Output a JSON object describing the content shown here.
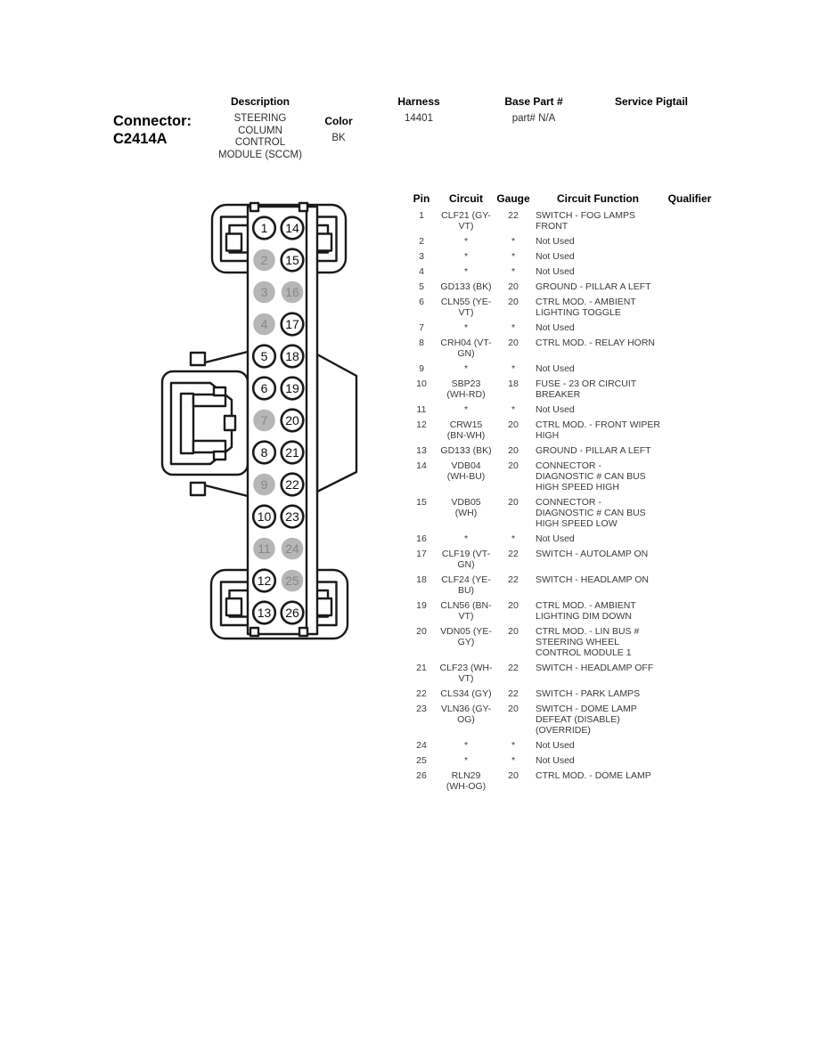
{
  "header": {
    "connector_label": "Connector:",
    "connector_id": "C2414A",
    "description": {
      "label": "Description",
      "value": "STEERING COLUMN CONTROL MODULE (SCCM)"
    },
    "color": {
      "label": "Color",
      "value": "BK"
    },
    "harness": {
      "label": "Harness",
      "value": "14401"
    },
    "base_part": {
      "label": "Base Part #",
      "value": "part# N/A"
    },
    "service_pigtail": {
      "label": "Service Pigtail",
      "value": ""
    }
  },
  "diagram": {
    "left_pins": [
      1,
      2,
      3,
      4,
      5,
      6,
      7,
      8,
      9,
      10,
      11,
      12,
      13
    ],
    "right_pins": [
      14,
      15,
      16,
      17,
      18,
      19,
      20,
      21,
      22,
      23,
      24,
      25,
      26
    ],
    "not_used_pins": [
      2,
      3,
      4,
      7,
      9,
      11,
      16,
      24,
      25
    ],
    "colors": {
      "line": "#1a1a1a",
      "used_fill": "#ffffff",
      "used_text": "#101010",
      "unused_fill": "#b6b6b6",
      "unused_text": "#878787"
    }
  },
  "table": {
    "headers": [
      "Pin",
      "Circuit",
      "Gauge",
      "Circuit Function",
      "Qualifier"
    ],
    "rows": [
      {
        "pin": "1",
        "circuit": "CLF21 (GY-VT)",
        "gauge": "22",
        "function": "SWITCH - FOG LAMPS FRONT",
        "qualifier": ""
      },
      {
        "pin": "2",
        "circuit": "*",
        "gauge": "*",
        "function": "Not Used",
        "qualifier": ""
      },
      {
        "pin": "3",
        "circuit": "*",
        "gauge": "*",
        "function": "Not Used",
        "qualifier": ""
      },
      {
        "pin": "4",
        "circuit": "*",
        "gauge": "*",
        "function": "Not Used",
        "qualifier": ""
      },
      {
        "pin": "5",
        "circuit": "GD133 (BK)",
        "gauge": "20",
        "function": "GROUND - PILLAR A LEFT",
        "qualifier": ""
      },
      {
        "pin": "6",
        "circuit": "CLN55 (YE-VT)",
        "gauge": "20",
        "function": "CTRL MOD. - AMBIENT LIGHTING TOGGLE",
        "qualifier": ""
      },
      {
        "pin": "7",
        "circuit": "*",
        "gauge": "*",
        "function": "Not Used",
        "qualifier": ""
      },
      {
        "pin": "8",
        "circuit": "CRH04 (VT-GN)",
        "gauge": "20",
        "function": "CTRL MOD. - RELAY HORN",
        "qualifier": ""
      },
      {
        "pin": "9",
        "circuit": "*",
        "gauge": "*",
        "function": "Not Used",
        "qualifier": ""
      },
      {
        "pin": "10",
        "circuit": "SBP23 (WH-RD)",
        "gauge": "18",
        "function": "FUSE - 23 OR CIRCUIT BREAKER",
        "qualifier": ""
      },
      {
        "pin": "11",
        "circuit": "*",
        "gauge": "*",
        "function": "Not Used",
        "qualifier": ""
      },
      {
        "pin": "12",
        "circuit": "CRW15 (BN-WH)",
        "gauge": "20",
        "function": "CTRL MOD. - FRONT WIPER HIGH",
        "qualifier": ""
      },
      {
        "pin": "13",
        "circuit": "GD133 (BK)",
        "gauge": "20",
        "function": "GROUND - PILLAR A LEFT",
        "qualifier": ""
      },
      {
        "pin": "14",
        "circuit": "VDB04 (WH-BU)",
        "gauge": "20",
        "function": "CONNECTOR - DIAGNOSTIC # CAN BUS HIGH SPEED HIGH",
        "qualifier": ""
      },
      {
        "pin": "15",
        "circuit": "VDB05 (WH)",
        "gauge": "20",
        "function": "CONNECTOR - DIAGNOSTIC # CAN BUS HIGH SPEED LOW",
        "qualifier": ""
      },
      {
        "pin": "16",
        "circuit": "*",
        "gauge": "*",
        "function": "Not Used",
        "qualifier": ""
      },
      {
        "pin": "17",
        "circuit": "CLF19 (VT-GN)",
        "gauge": "22",
        "function": "SWITCH - AUTOLAMP ON",
        "qualifier": ""
      },
      {
        "pin": "18",
        "circuit": "CLF24 (YE-BU)",
        "gauge": "22",
        "function": "SWITCH - HEADLAMP ON",
        "qualifier": ""
      },
      {
        "pin": "19",
        "circuit": "CLN56 (BN-VT)",
        "gauge": "20",
        "function": "CTRL MOD. - AMBIENT LIGHTING DIM DOWN",
        "qualifier": ""
      },
      {
        "pin": "20",
        "circuit": "VDN05 (YE-GY)",
        "gauge": "20",
        "function": "CTRL MOD. - LIN BUS # STEERING WHEEL CONTROL MODULE 1",
        "qualifier": ""
      },
      {
        "pin": "21",
        "circuit": "CLF23 (WH-VT)",
        "gauge": "22",
        "function": "SWITCH - HEADLAMP OFF",
        "qualifier": ""
      },
      {
        "pin": "22",
        "circuit": "CLS34 (GY)",
        "gauge": "22",
        "function": "SWITCH - PARK LAMPS",
        "qualifier": ""
      },
      {
        "pin": "23",
        "circuit": "VLN36 (GY-OG)",
        "gauge": "20",
        "function": "SWITCH - DOME LAMP DEFEAT (DISABLE) (OVERRIDE)",
        "qualifier": ""
      },
      {
        "pin": "24",
        "circuit": "*",
        "gauge": "*",
        "function": "Not Used",
        "qualifier": ""
      },
      {
        "pin": "25",
        "circuit": "*",
        "gauge": "*",
        "function": "Not Used",
        "qualifier": ""
      },
      {
        "pin": "26",
        "circuit": "RLN29 (WH-OG)",
        "gauge": "20",
        "function": "CTRL MOD. - DOME LAMP",
        "qualifier": ""
      }
    ]
  }
}
